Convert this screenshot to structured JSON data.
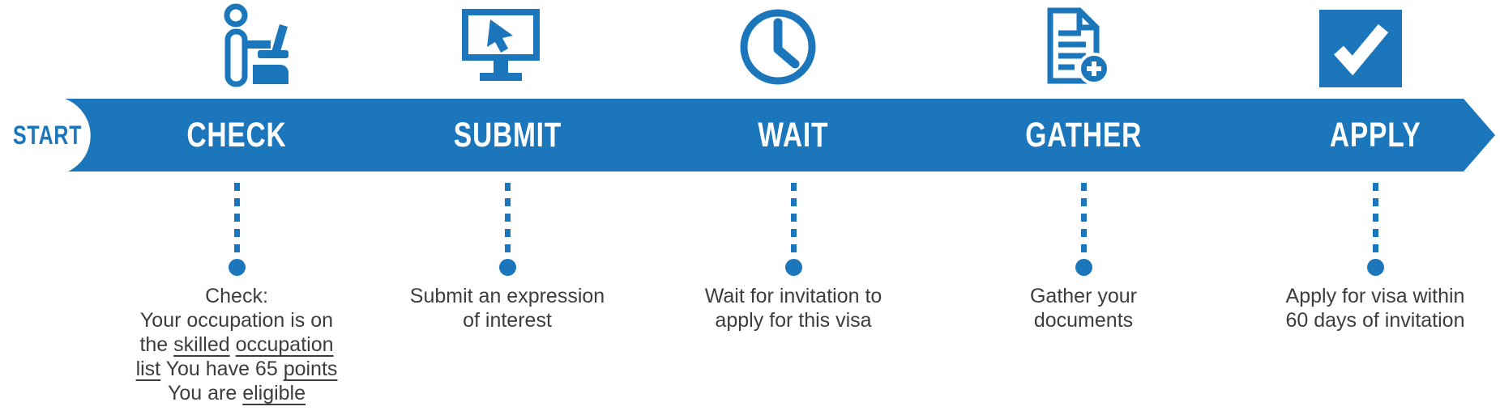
{
  "colors": {
    "accent": "#1b76bc",
    "text": "#3d3d3d",
    "background": "#ffffff"
  },
  "start_label": "START",
  "steps": [
    {
      "label": "CHECK",
      "icon": "person-laptop-icon",
      "lines": [
        {
          "segments": [
            {
              "text": "Check:",
              "underline": false
            }
          ]
        },
        {
          "segments": [
            {
              "text": "Your occupation is on",
              "underline": false
            }
          ]
        },
        {
          "segments": [
            {
              "text": "the ",
              "underline": false
            },
            {
              "text": "skilled",
              "underline": true
            },
            {
              "text": " ",
              "underline": false
            },
            {
              "text": "occupation",
              "underline": true
            }
          ]
        },
        {
          "segments": [
            {
              "text": "list",
              "underline": true
            },
            {
              "text": " You have 65 ",
              "underline": false
            },
            {
              "text": "points",
              "underline": true
            }
          ]
        },
        {
          "segments": [
            {
              "text": "You are ",
              "underline": false
            },
            {
              "text": "eligible",
              "underline": true
            }
          ]
        }
      ]
    },
    {
      "label": "SUBMIT",
      "icon": "monitor-cursor-icon",
      "lines": [
        {
          "segments": [
            {
              "text": "Submit an expression",
              "underline": false
            }
          ]
        },
        {
          "segments": [
            {
              "text": "of interest",
              "underline": false
            }
          ]
        }
      ]
    },
    {
      "label": "WAIT",
      "icon": "clock-icon",
      "lines": [
        {
          "segments": [
            {
              "text": "Wait for invitation to",
              "underline": false
            }
          ]
        },
        {
          "segments": [
            {
              "text": "apply for this visa",
              "underline": false
            }
          ]
        }
      ]
    },
    {
      "label": "GATHER",
      "icon": "document-plus-icon",
      "lines": [
        {
          "segments": [
            {
              "text": "Gather your",
              "underline": false
            }
          ]
        },
        {
          "segments": [
            {
              "text": "documents",
              "underline": false
            }
          ]
        }
      ]
    },
    {
      "label": "APPLY",
      "icon": "checkbox-check-icon",
      "lines": [
        {
          "segments": [
            {
              "text": "Apply for visa within",
              "underline": false
            }
          ]
        },
        {
          "segments": [
            {
              "text": "60 days of invitation",
              "underline": false
            }
          ]
        }
      ]
    }
  ]
}
